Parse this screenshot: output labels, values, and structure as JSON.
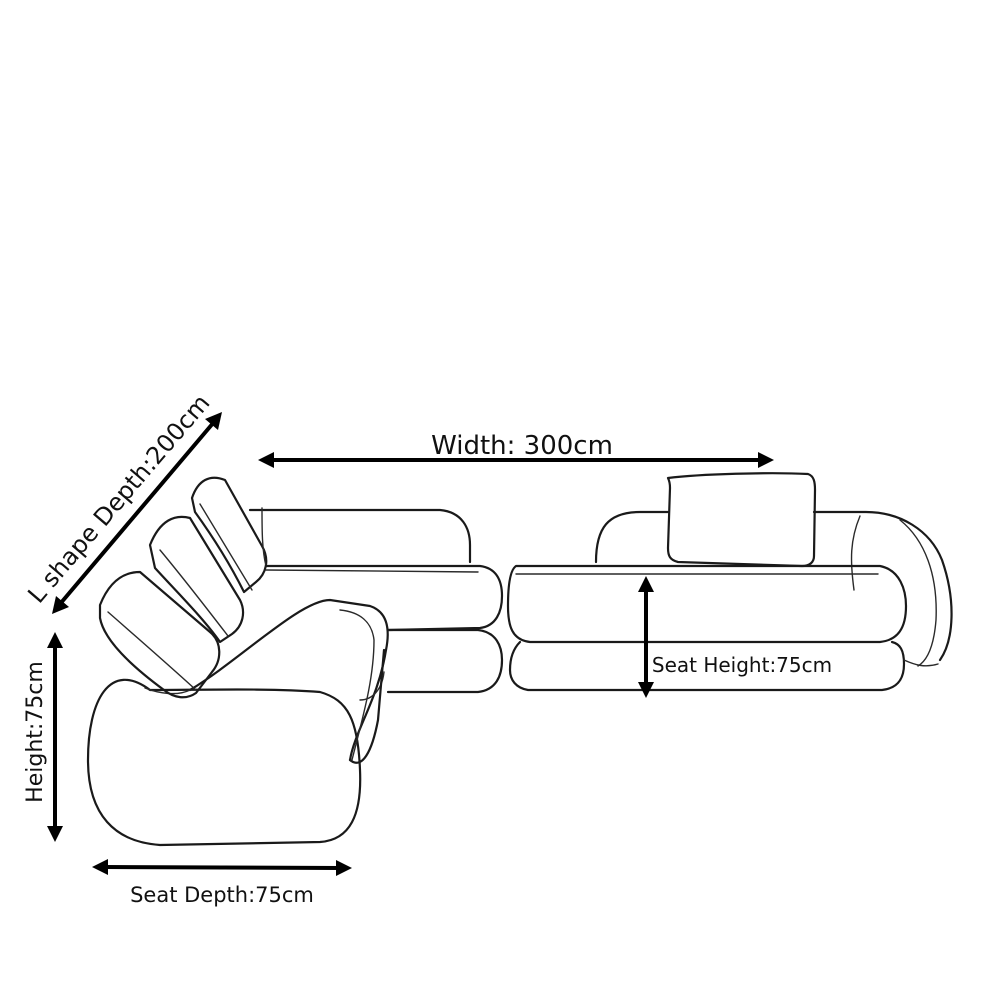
{
  "dimensions": {
    "width": {
      "label": "Width: 300cm"
    },
    "l_shape_depth": {
      "label": "L shape Depth:200cm"
    },
    "height": {
      "label": "Height:75cm"
    },
    "seat_depth": {
      "label": "Seat Depth:75cm"
    },
    "seat_height": {
      "label": "Seat Height:75cm"
    }
  },
  "colors": {
    "line": "#1a1a1a",
    "background": "#ffffff"
  }
}
